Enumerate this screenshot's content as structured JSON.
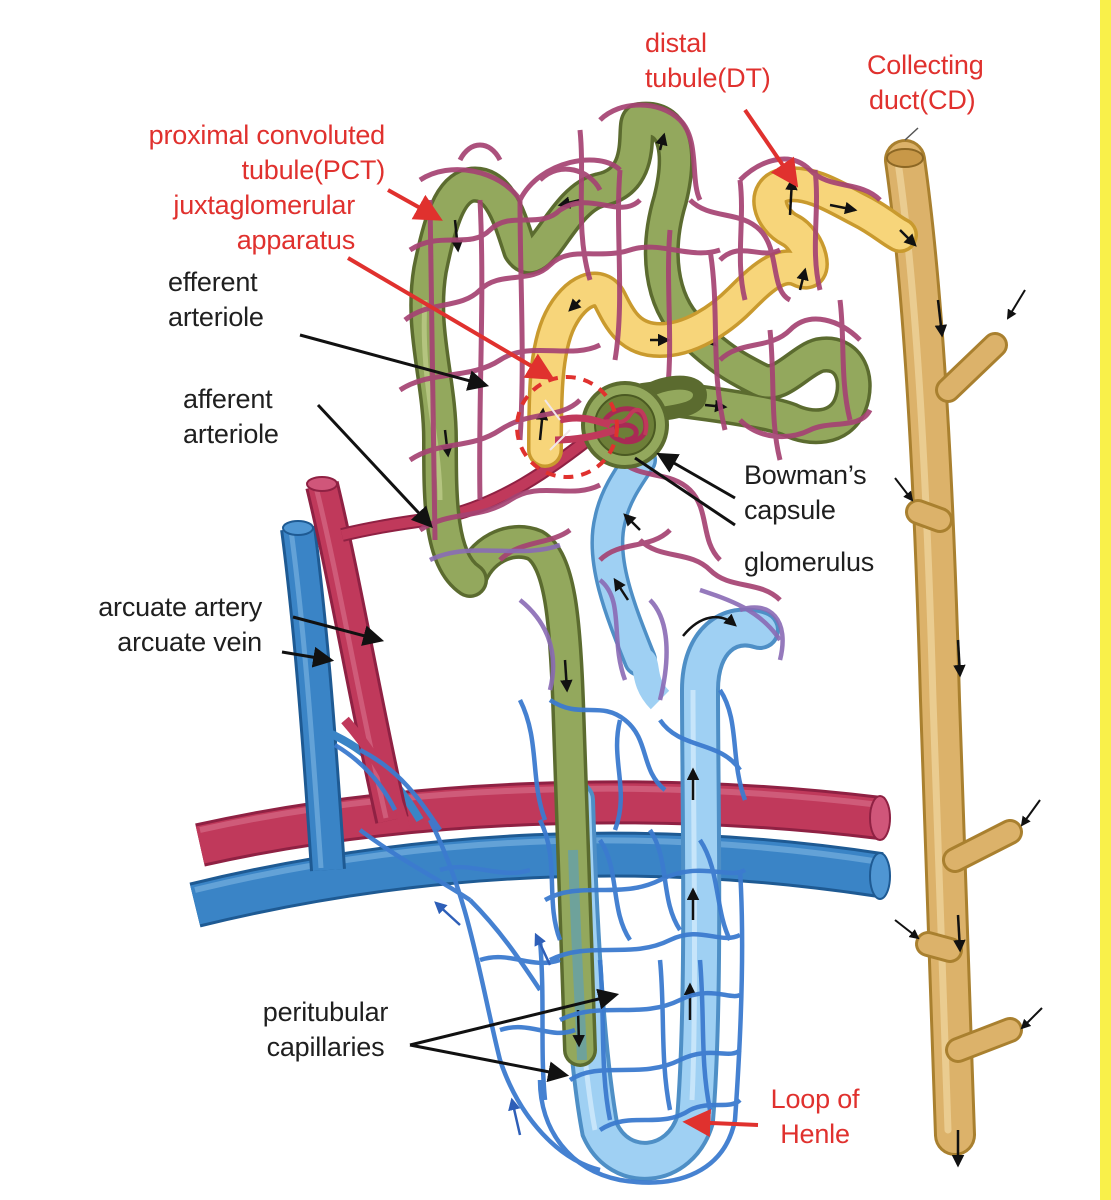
{
  "colors": {
    "label_black": "#1f1f1f",
    "label_red": "#e0312e",
    "artery": "#c0395b",
    "vein": "#2f78b7",
    "pct": "#93a85d",
    "dct": "#f4cf6a",
    "loop": "#8ac3ee",
    "collecting_duct": "#d9ad62",
    "capillary_mesh": "#a54373",
    "peritubular": "#3c7bcf",
    "accent_edge": "#f9f04a"
  },
  "labels": {
    "distal_tubule": [
      "distal",
      "tubule(DT)"
    ],
    "collecting_duct": [
      "Collecting",
      "duct(CD)"
    ],
    "pct": [
      "proximal convoluted",
      "tubule(PCT)"
    ],
    "jga": [
      "juxtaglomerular",
      "apparatus"
    ],
    "efferent": [
      "efferent",
      "arteriole"
    ],
    "afferent": [
      "afferent",
      "arteriole"
    ],
    "bowman": [
      "Bowman’s",
      "capsule"
    ],
    "glomerulus": "glomerulus",
    "arcuate": [
      "arcuate artery",
      "arcuate vein"
    ],
    "peritubular": [
      "peritubular",
      "capillaries"
    ],
    "loop_henle": [
      "Loop of",
      "Henle"
    ]
  }
}
